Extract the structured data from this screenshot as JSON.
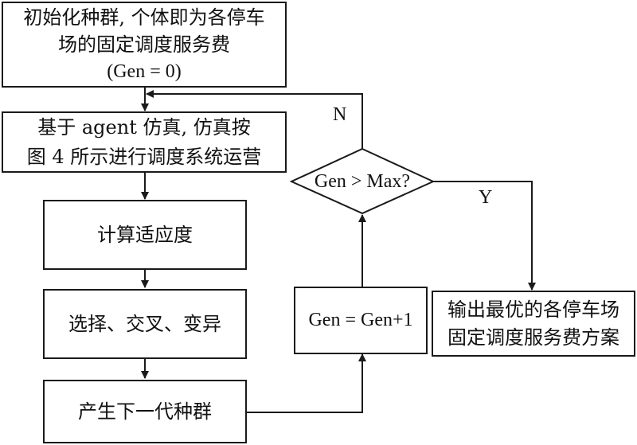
{
  "flow": {
    "init": {
      "line1": "初始化种群, 个体即为各停车",
      "line2": "场的固定调度服务费",
      "line3": "(Gen = 0)"
    },
    "simulate": {
      "line1": "基于 agent 仿真, 仿真按",
      "line2": "图 4 所示进行调度系统运营"
    },
    "fitness": "计算适应度",
    "genetic_ops": "选择、交叉、变异",
    "next_gen": "产生下一代种群",
    "increment": "Gen = Gen+1",
    "decision": "Gen > Max?",
    "output": {
      "line1": "输出最优的各停车场",
      "line2": "固定调度服务费方案"
    },
    "label_no": "N",
    "label_yes": "Y"
  },
  "colors": {
    "stroke": "#1a1a1a",
    "text": "#111111",
    "background": "#ffffff"
  }
}
